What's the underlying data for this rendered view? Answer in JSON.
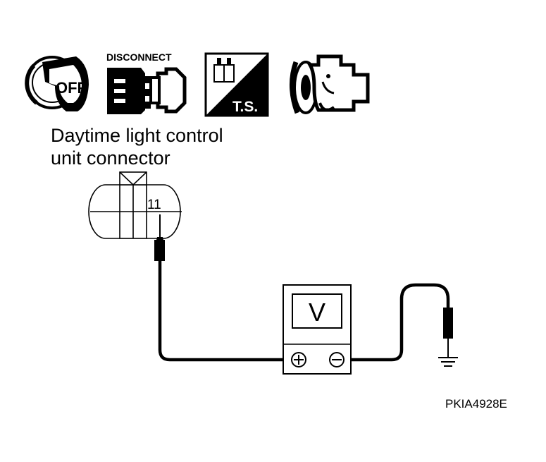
{
  "icons": {
    "ignition_off": "OFF",
    "disconnect": "DISCONNECT",
    "test_state": "T.S."
  },
  "connector": {
    "label_lines": [
      "Daytime light control",
      "unit connector"
    ],
    "terminal": "11"
  },
  "meter": {
    "display": "V",
    "positive_symbol": "+",
    "negative_symbol": "−"
  },
  "reference_code": "PKIA4928E"
}
